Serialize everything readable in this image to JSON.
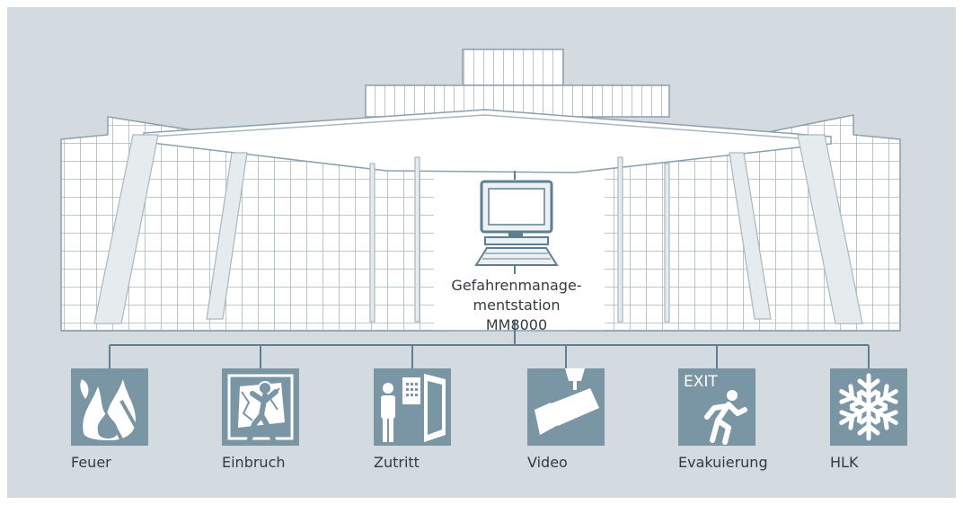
{
  "station": {
    "line1": "Gefahrenmanage-",
    "line2": "mentstation MM8000",
    "icon": "computer-workstation-icon"
  },
  "systems": [
    {
      "id": "feuer",
      "label": "Feuer",
      "icon": "fire-icon"
    },
    {
      "id": "einbruch",
      "label": "Einbruch",
      "icon": "intrusion-icon"
    },
    {
      "id": "zutritt",
      "label": "Zutritt",
      "icon": "access-control-icon"
    },
    {
      "id": "video",
      "label": "Video",
      "icon": "video-camera-icon"
    },
    {
      "id": "evakuierung",
      "label": "Evakuierung",
      "exit_text": "EXIT",
      "icon": "exit-runner-icon"
    },
    {
      "id": "hlk",
      "label": "HLK",
      "icon": "snowflake-icon"
    }
  ],
  "colors": {
    "background": "#d3dbe0",
    "building_fill": "#ffffff",
    "building_stroke": "#8aa0ad",
    "window_grid": "#a8b7c0",
    "tile": "#7a96a5",
    "connector": "#5e7f90",
    "text": "#333a40"
  }
}
